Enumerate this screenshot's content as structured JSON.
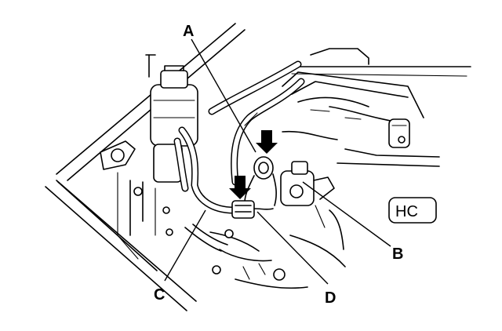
{
  "diagram": {
    "callouts": [
      {
        "id": "A",
        "label": "A"
      },
      {
        "id": "B",
        "label": "B"
      },
      {
        "id": "C",
        "label": "C"
      },
      {
        "id": "D",
        "label": "D"
      }
    ],
    "stamp_text": "HC",
    "colors": {
      "ink": "#000000",
      "paper": "#ffffff"
    },
    "icons": [
      "down-arrow-icon",
      "down-arrow-icon"
    ]
  }
}
